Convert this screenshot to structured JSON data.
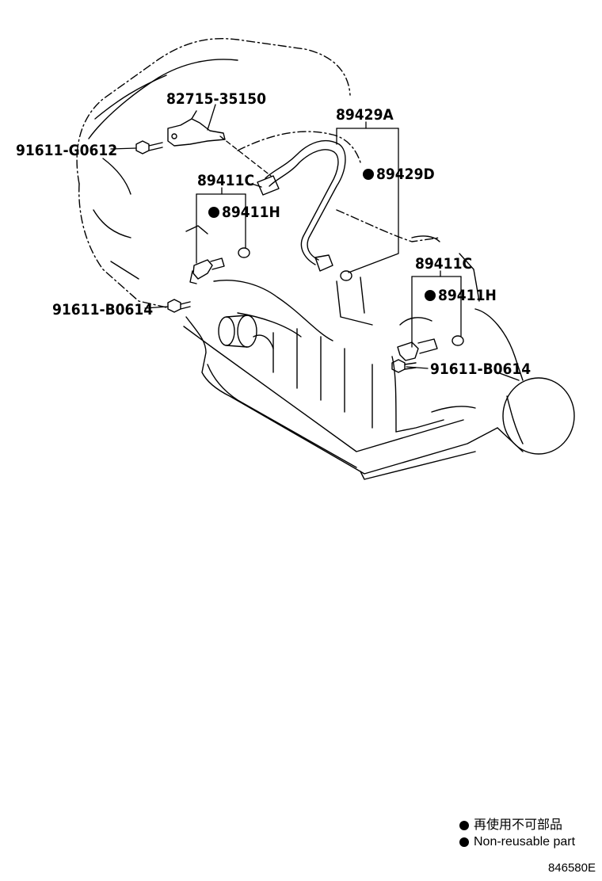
{
  "parts": {
    "bracket": "82715-35150",
    "bolt_top": "91611-G0612",
    "sensor_left": "89411C",
    "oring_left": "89411H",
    "bolt_left": "91611-B0614",
    "harness": "89429A",
    "oring_harness": "89429D",
    "sensor_right": "89411C",
    "oring_right": "89411H",
    "bolt_right": "91611-B0614"
  },
  "legend": {
    "symbol_meaning_ja": "再使用不可部品",
    "symbol_meaning_en": "Non-reusable part"
  },
  "figure_code": "846580E"
}
